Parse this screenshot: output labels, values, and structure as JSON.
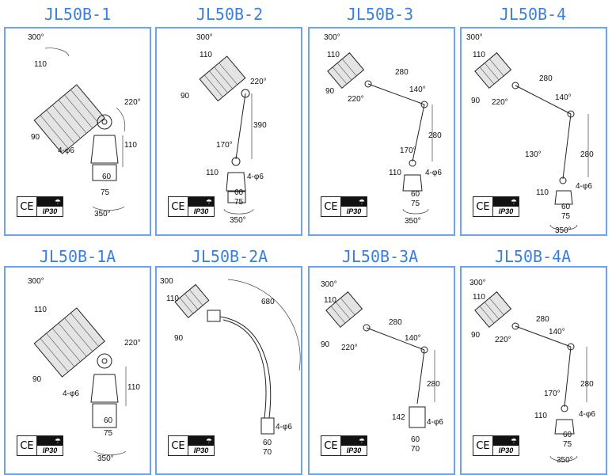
{
  "models": [
    {
      "name": "JL50B-1",
      "labels": {
        "a": "300°",
        "b": "110",
        "c": "220°",
        "d": "90",
        "e": "4-φ6",
        "f": "110",
        "g": "60",
        "h": "75",
        "i": "350°"
      }
    },
    {
      "name": "JL50B-2",
      "labels": {
        "a": "300°",
        "b": "110",
        "c": "220°",
        "d": "90",
        "e": "390",
        "f": "170°",
        "g": "110",
        "h": "4-φ6",
        "i": "60",
        "j": "75",
        "k": "350°"
      }
    },
    {
      "name": "JL50B-3",
      "labels": {
        "a": "300°",
        "b": "110",
        "c": "280",
        "d": "220°",
        "e": "140°",
        "f": "90",
        "g": "280",
        "h": "170°",
        "i": "110",
        "j": "4-φ6",
        "k": "60",
        "l": "75",
        "m": "350°"
      }
    },
    {
      "name": "JL50B-4",
      "labels": {
        "a": "300°",
        "b": "110",
        "c": "280",
        "d": "140°",
        "e": "220°",
        "f": "90",
        "g": "280",
        "h": "130°",
        "i": "110",
        "j": "4-φ6",
        "k": "60",
        "l": "75",
        "m": "350°"
      }
    },
    {
      "name": "JL50B-1A",
      "labels": {
        "a": "300°",
        "b": "110",
        "c": "220°",
        "d": "90",
        "e": "4-φ6",
        "f": "110",
        "g": "60",
        "h": "75",
        "i": "350°"
      }
    },
    {
      "name": "JL50B-2A",
      "labels": {
        "a": "300",
        "b": "110",
        "c": "90",
        "d": "680",
        "e": "4-φ6",
        "f": "60",
        "g": "70"
      }
    },
    {
      "name": "JL50B-3A",
      "labels": {
        "a": "300°",
        "b": "110",
        "c": "280",
        "d": "90",
        "e": "220°",
        "f": "140°",
        "g": "280",
        "h": "142",
        "i": "4-φ6",
        "j": "60",
        "k": "70"
      }
    },
    {
      "name": "JL50B-4A",
      "labels": {
        "a": "300°",
        "b": "110",
        "c": "280",
        "d": "140°",
        "e": "220°",
        "f": "90",
        "g": "280",
        "h": "170°",
        "i": "110",
        "j": "4-φ6",
        "k": "60",
        "l": "75",
        "m": "350°"
      }
    }
  ],
  "cert": {
    "ce": "CE",
    "ip": "IP30",
    "umbrella": "☂"
  }
}
